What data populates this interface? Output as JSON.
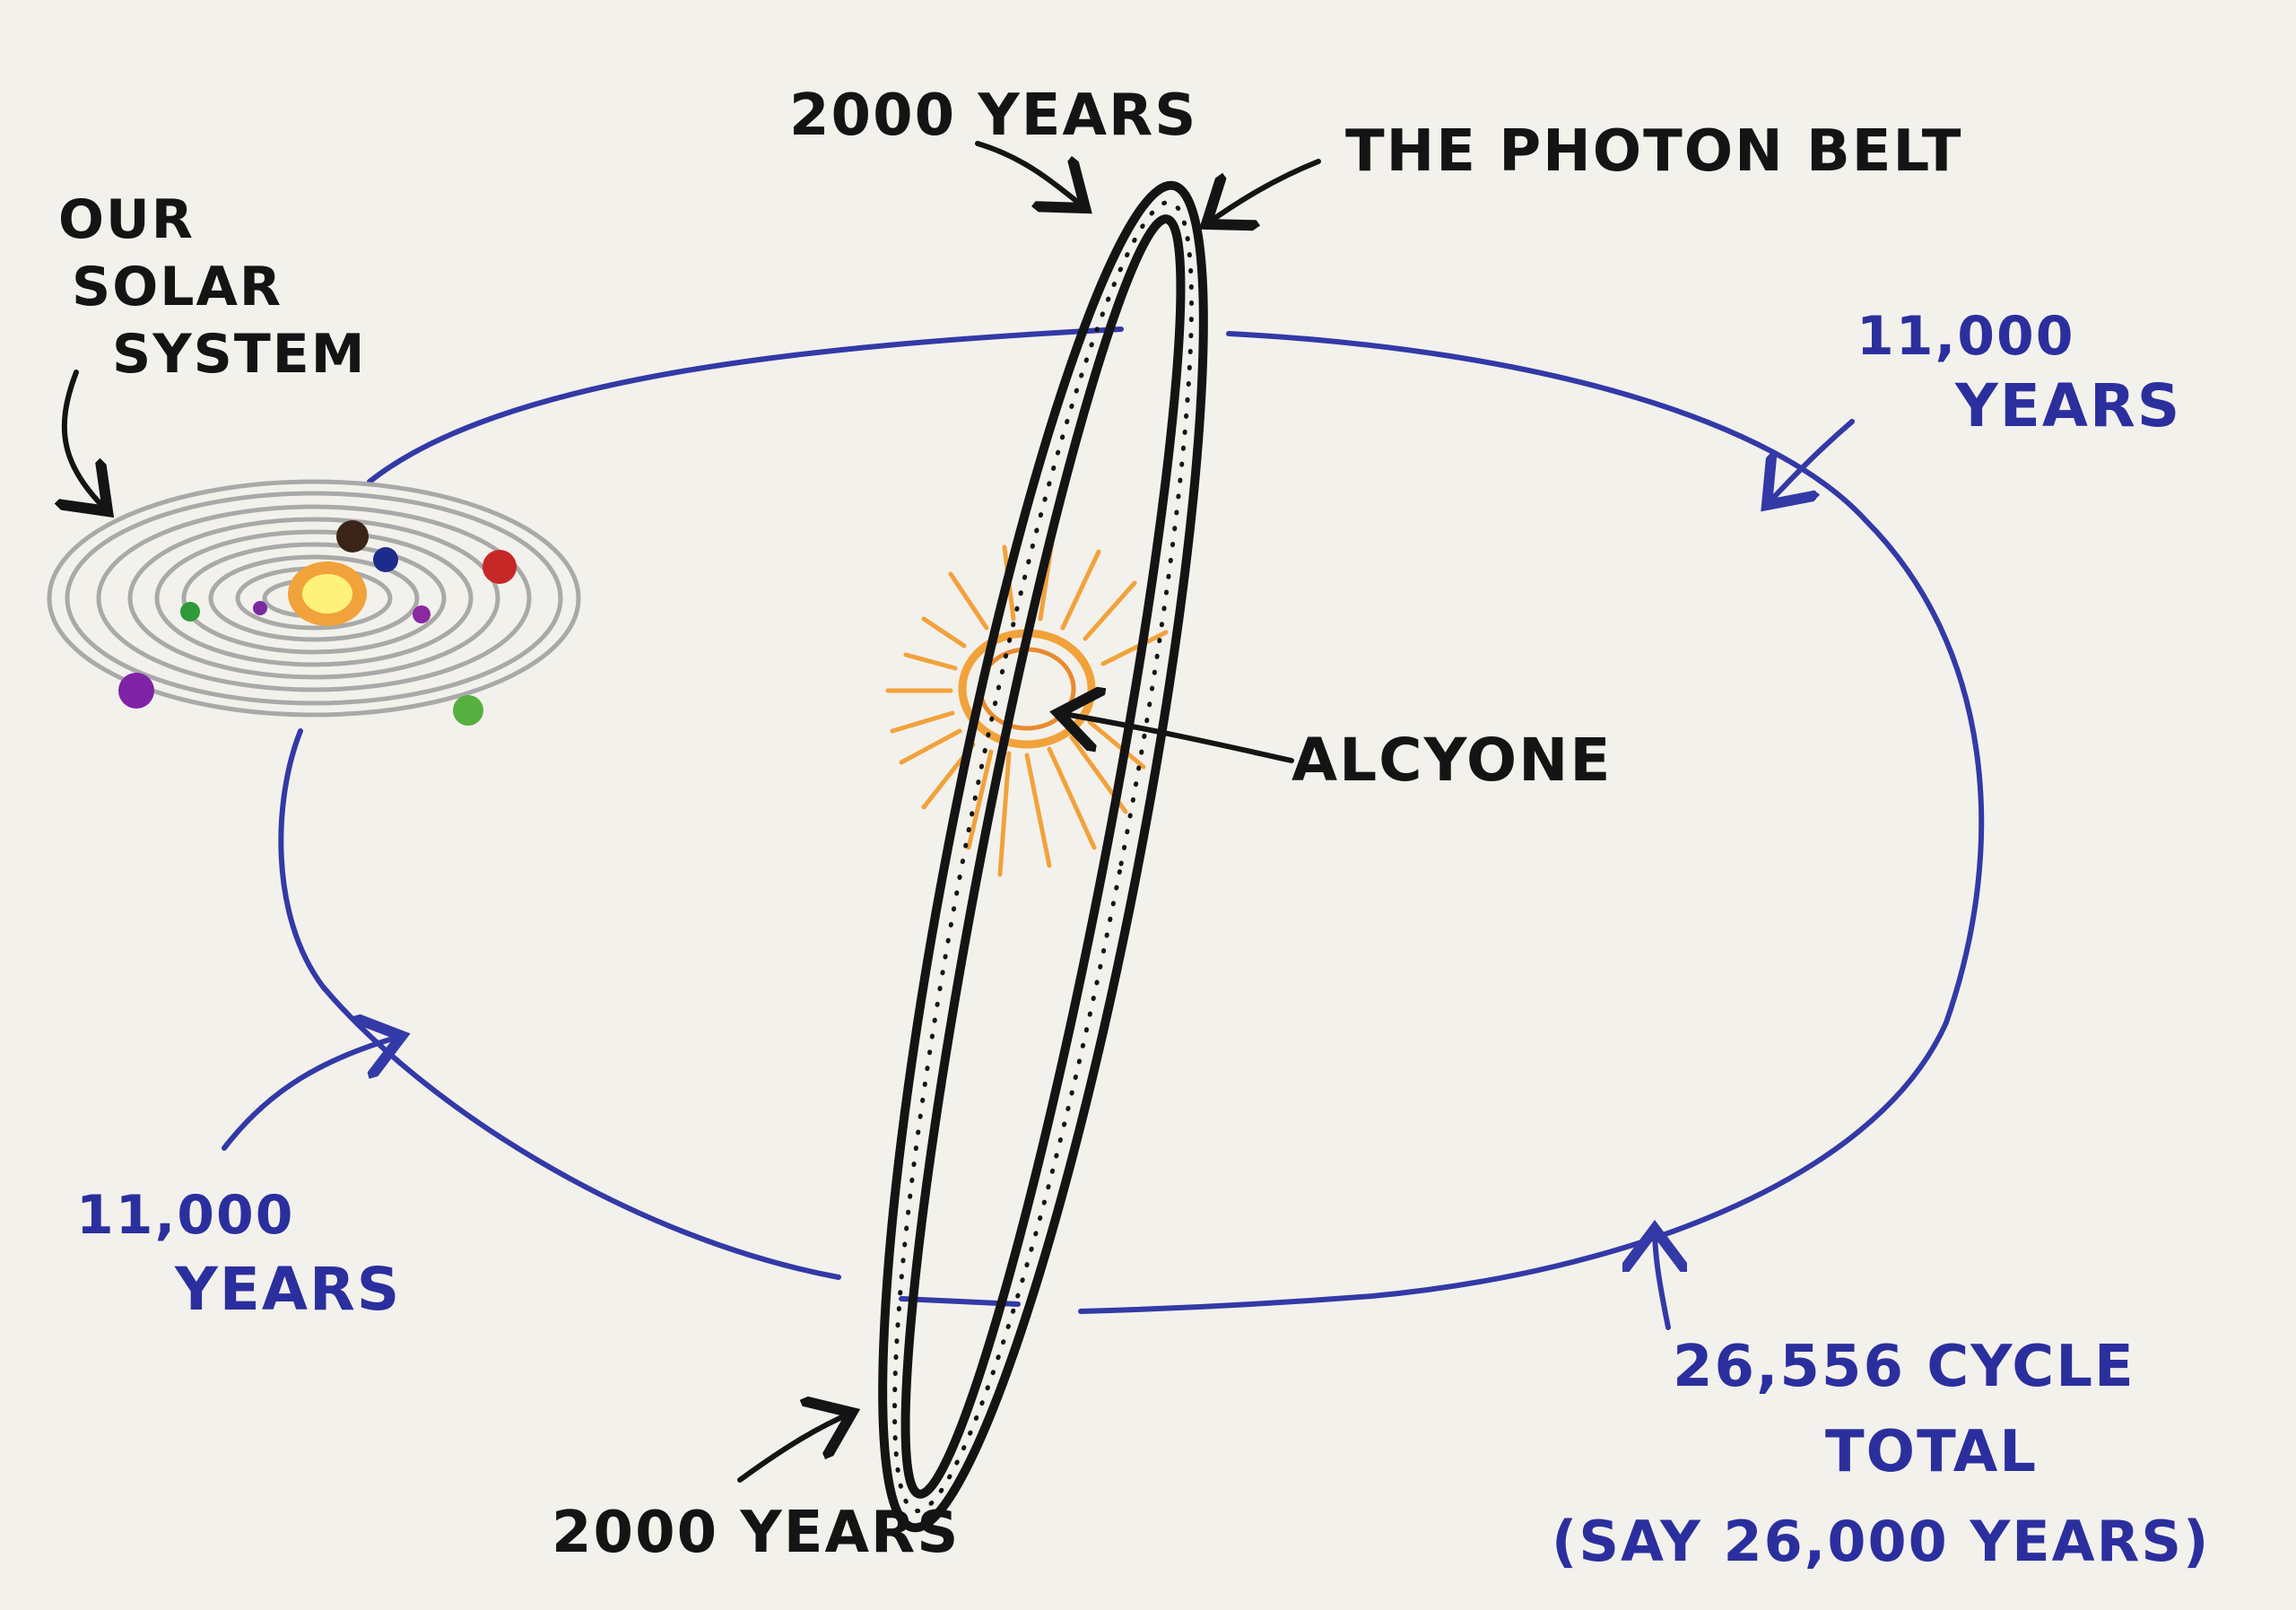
{
  "labels": {
    "solar_system": [
      "OUR",
      "SOLAR",
      "SYSTEM"
    ],
    "top_years": "2000 YEARS",
    "photon_belt": "THE PHOTON BELT",
    "right_years": [
      "11,000",
      "YEARS"
    ],
    "left_years": [
      "11,000",
      "YEARS"
    ],
    "alcyone": "ALCYONE",
    "bottom_years": "2000 YEARS",
    "cycle": [
      "26,556 CYCLE",
      "TOTAL",
      "(SAY 26,000 YEARS)"
    ]
  },
  "colors": {
    "paper": "#f3f1ec",
    "ink": "#141414",
    "orbit_blue": "#3339a6",
    "sun_orange": "#f2a23a",
    "solar_rings": "#a9a9a9"
  },
  "icons": [
    "arrow-icon",
    "sun-icon",
    "planet-icon",
    "star-icon"
  ]
}
